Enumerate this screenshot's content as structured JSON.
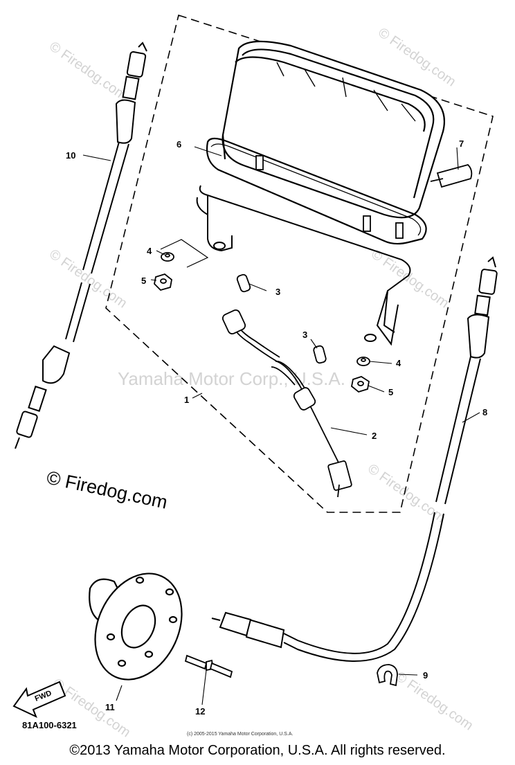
{
  "watermarks": {
    "firedog": "© Firedog.com",
    "yamaha": "Yamaha Motor Corp., U.S.A."
  },
  "callouts": {
    "c1": "1",
    "c2": "2",
    "c3a": "3",
    "c3b": "3",
    "c4a": "4",
    "c4b": "4",
    "c5a": "5",
    "c5b": "5",
    "c6": "6",
    "c7": "7",
    "c8": "8",
    "c9": "9",
    "c10": "10",
    "c11": "11",
    "c12": "12"
  },
  "fwd_label": "FWD",
  "part_code": "81A100-6321",
  "small_copyright": "(c) 2005-2015 Yamaha Motor Corporation, U.S.A.",
  "footer_copyright": "©2013 Yamaha Motor Corporation, U.S.A. All rights reserved.",
  "colors": {
    "line": "#000000",
    "watermark": "#d3d3d3",
    "background": "#ffffff"
  }
}
